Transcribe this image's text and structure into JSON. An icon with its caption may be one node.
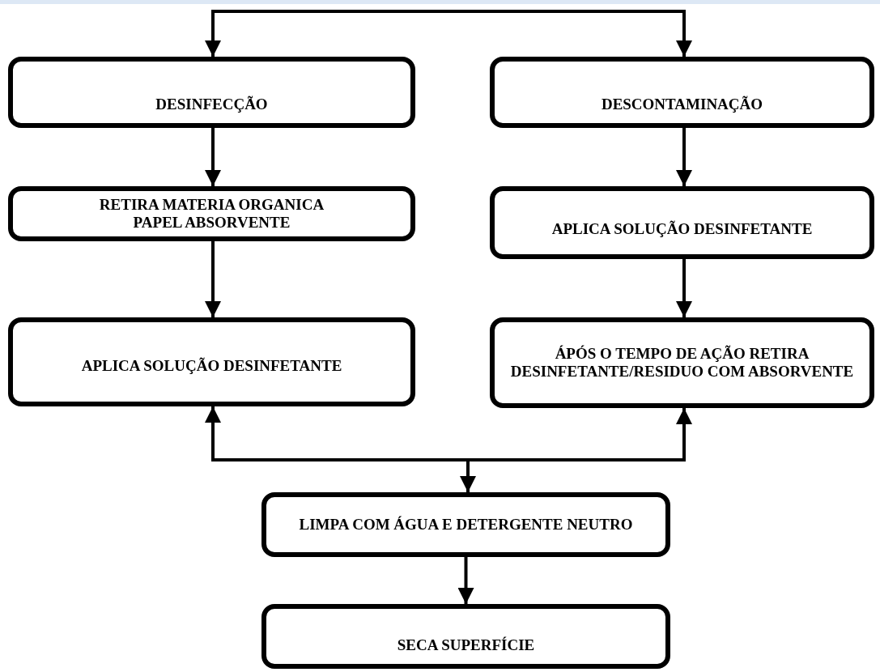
{
  "diagram": {
    "nodes": [
      {
        "text": [
          "DESINFECÇÃO"
        ]
      },
      {
        "text": [
          "DESCONTAMINAÇÃO"
        ]
      },
      {
        "text": [
          "RETIRA MATERIA ORGANICA PAPEL ABSORVENTE"
        ]
      },
      {
        "text": [
          "APLICA SOLUÇÃO DESINFETANTE"
        ]
      },
      {
        "text": [
          "APLICA SOLUÇÃO DESINFETANTE"
        ]
      },
      {
        "text": [
          "ÁPÓS O TEMPO DE AÇÃO RETIRA DESINFETANTE/RESIDUO COM ABSORVENTE"
        ]
      },
      {
        "text": [
          "LIMPA COM ÁGUA E DETERGENTE NEUTRO"
        ]
      },
      {
        "text": [
          "SECA SUPERFÍCIE"
        ]
      }
    ],
    "edges": [
      {
        "from": null,
        "to": 0,
        "arrow": "to"
      },
      {
        "from": null,
        "to": 1,
        "arrow": "to"
      },
      {
        "from": 0,
        "to": 2,
        "arrow": "to"
      },
      {
        "from": 2,
        "to": 4,
        "arrow": "to"
      },
      {
        "from": 1,
        "to": 3,
        "arrow": "to"
      },
      {
        "from": 3,
        "to": 5,
        "arrow": "to"
      },
      {
        "from": null,
        "to": 4,
        "arrow": "to"
      },
      {
        "from": null,
        "to": 5,
        "arrow": "to"
      },
      {
        "from": null,
        "to": 6,
        "arrow": "to"
      },
      {
        "from": 6,
        "to": 7,
        "arrow": "to"
      }
    ]
  }
}
